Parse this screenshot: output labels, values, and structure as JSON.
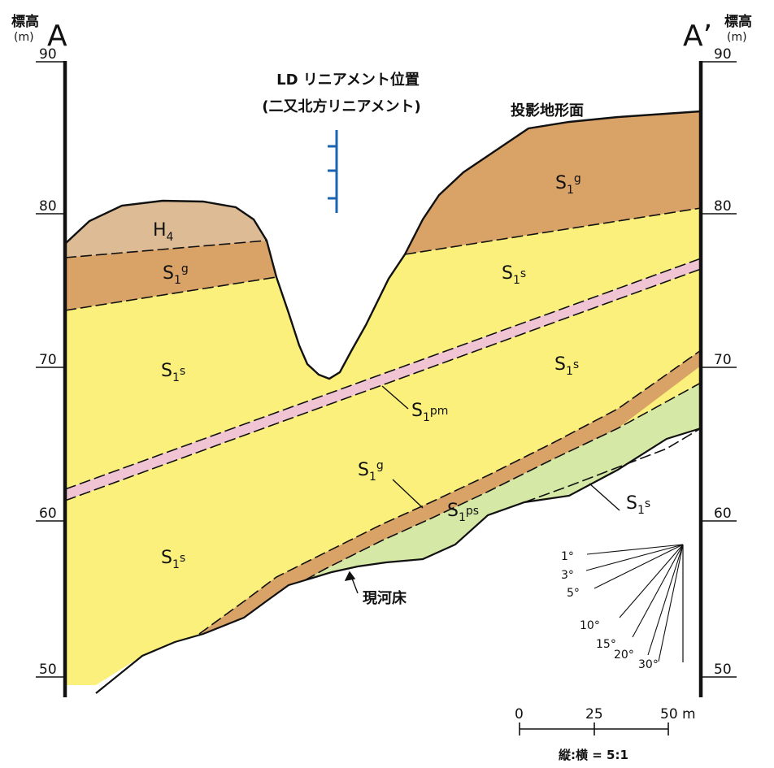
{
  "left_end": {
    "label": "A",
    "axis_title_top": "標高",
    "axis_title_unit": "(m)"
  },
  "right_end": {
    "label": "A’",
    "axis_title_top": "標高",
    "axis_title_unit": "(m)"
  },
  "elevation_ticks": [
    "90",
    "80",
    "70",
    "60",
    "50"
  ],
  "lineament": {
    "line1": "LD リニアメント位置",
    "line2": "(二又北方リニアメント)"
  },
  "surface_label": "投影地形面",
  "river_label": "現河床",
  "units": {
    "H4": {
      "base": "H",
      "sub": "4",
      "sup": ""
    },
    "S1g_left": {
      "base": "S",
      "sub": "1",
      "sup": "g"
    },
    "S1g_right": {
      "base": "S",
      "sub": "1",
      "sup": "g"
    },
    "S1g_lower": {
      "base": "S",
      "sub": "1",
      "sup": "g"
    },
    "S1s_left_mid": {
      "base": "S",
      "sub": "1",
      "sup": "s"
    },
    "S1s_left_low": {
      "base": "S",
      "sub": "1",
      "sup": "s"
    },
    "S1s_right_up": {
      "base": "S",
      "sub": "1",
      "sup": "s"
    },
    "S1s_right_mid": {
      "base": "S",
      "sub": "1",
      "sup": "s"
    },
    "S1s_right_low": {
      "base": "S",
      "sub": "1",
      "sup": "s"
    },
    "S1pm": {
      "base": "S",
      "sub": "1",
      "sup": "pm"
    },
    "S1ps": {
      "base": "S",
      "sub": "1",
      "sup": "ps"
    }
  },
  "dip_angles": [
    "1°",
    "3°",
    "5°",
    "10°",
    "15°",
    "20°",
    "30°"
  ],
  "scale_bar": {
    "ticks": [
      "0",
      "25",
      "50 m"
    ],
    "ratio": "縦:横 = 5:1"
  },
  "colors": {
    "gravel": "#d9a267",
    "sand": "#fbf07c",
    "pumice": "#f1c4d3",
    "pumice_sand": "#d6e8a6",
    "terrace": "#ddbc95",
    "lineament": "#1a64b4"
  }
}
